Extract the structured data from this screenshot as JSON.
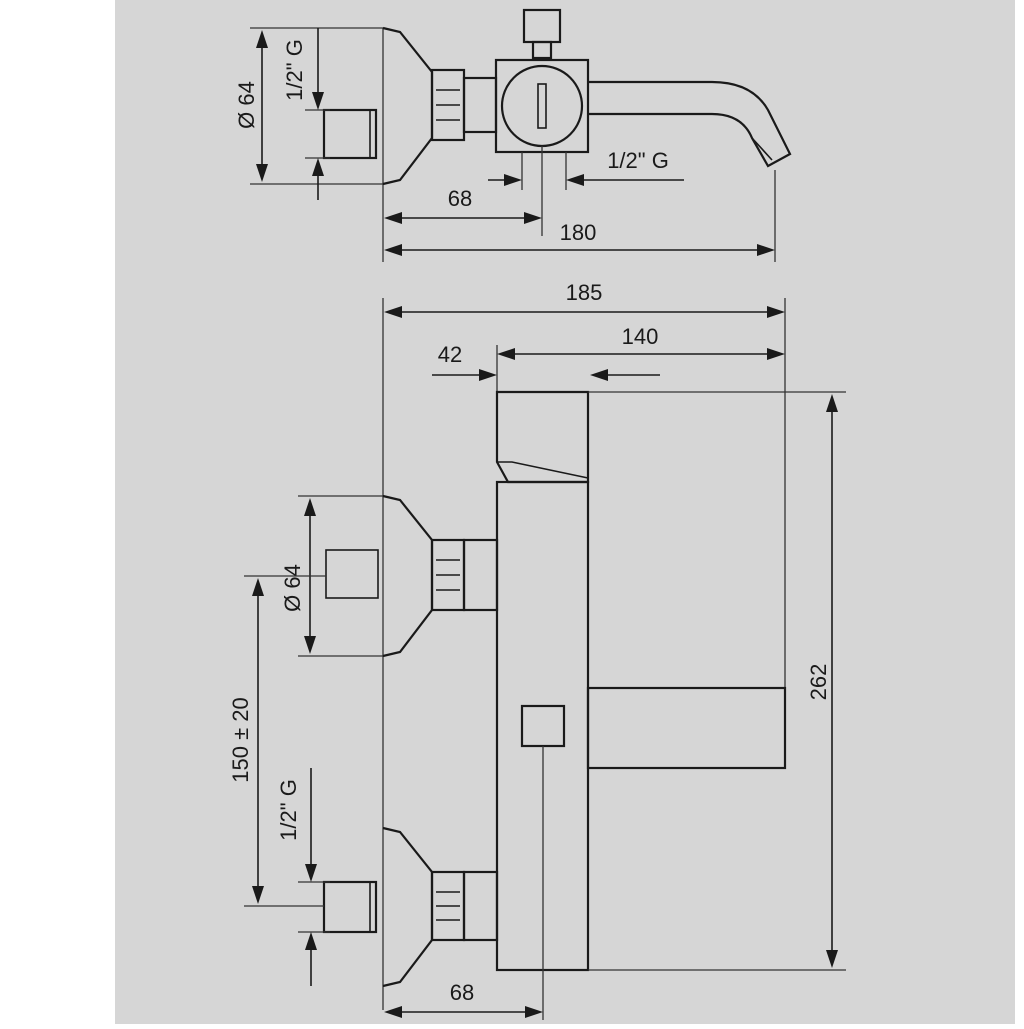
{
  "colors": {
    "panel": "#d6d6d6",
    "margin": "#ffffff",
    "ink": "#1a1a1a"
  },
  "top_view": {
    "diameter": "Ø 64",
    "thread_left": "1/2\" G",
    "thread_right": "1/2\" G",
    "offset": "68",
    "length": "180"
  },
  "front_view": {
    "overall_width": "185",
    "body_to_spout": "140",
    "wall_to_body": "42",
    "diameter": "Ø 64",
    "centers": "150 ± 20",
    "thread": "1/2\" G",
    "height": "262",
    "offset": "68"
  }
}
